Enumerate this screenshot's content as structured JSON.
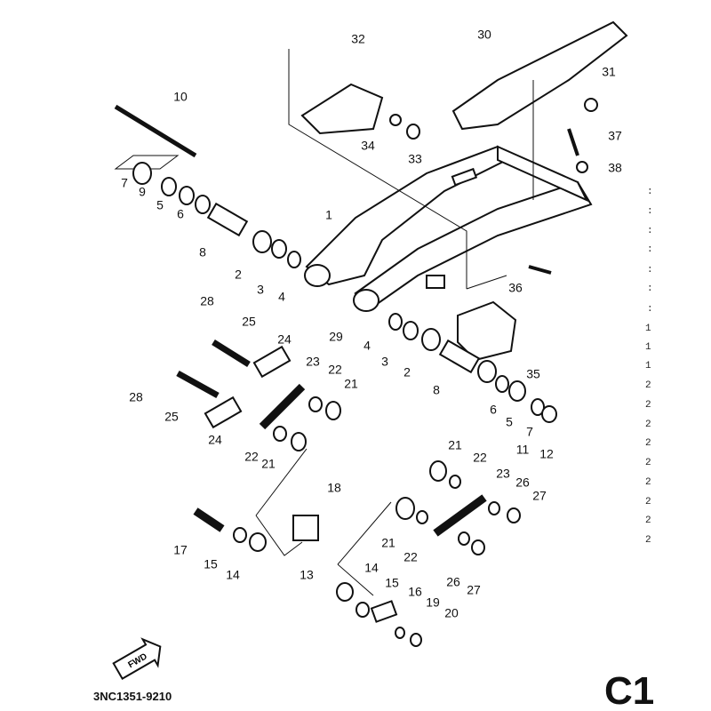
{
  "diagram_code": "3NC1351-9210",
  "page_label": "C1",
  "fwd_label": "FWD",
  "callouts": [
    "32",
    "30",
    "31",
    "10",
    "37",
    "38",
    "34",
    "33",
    "7",
    "9",
    "5",
    "6",
    "8",
    "1",
    "2",
    "3",
    "4",
    "36",
    "28",
    "25",
    "24",
    "29",
    "4",
    "3",
    "2",
    "35",
    "23",
    "22",
    "21",
    "28",
    "25",
    "24",
    "8",
    "6",
    "5",
    "7",
    "11",
    "12",
    "22",
    "21",
    "21",
    "22",
    "23",
    "18",
    "26",
    "27",
    "17",
    "15",
    "14",
    "13",
    "21",
    "22",
    "14",
    "15",
    "26",
    "27",
    "16",
    "19",
    "20"
  ],
  "right_margin_clipped": [
    ":",
    ":",
    ":",
    ":",
    ":",
    ":",
    ":",
    "1",
    "1",
    "1",
    "2",
    "2",
    "2",
    "2",
    "2",
    "2",
    "2",
    "2",
    "2"
  ]
}
